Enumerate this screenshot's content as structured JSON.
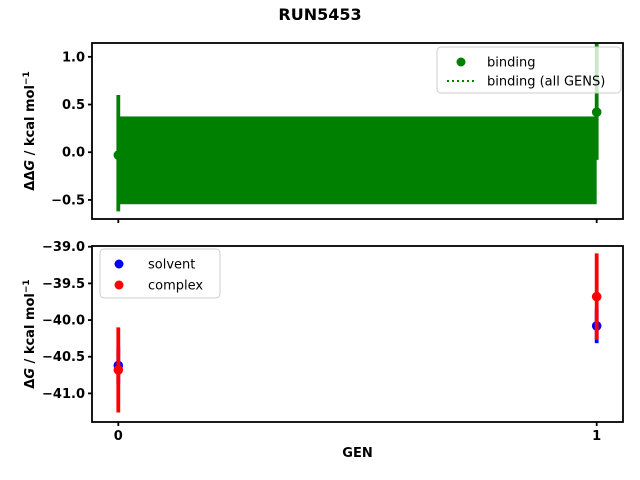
{
  "figure": {
    "title": "RUN5453",
    "background": "#ffffff",
    "xlabel": "GEN",
    "xticks": [
      {
        "value": 0,
        "label": "0"
      },
      {
        "value": 1,
        "label": "1"
      }
    ]
  },
  "colors": {
    "binding": "#008000",
    "solvent": "#0000ff",
    "complex": "#ff0000",
    "axis": "#000000",
    "legend_border": "#cccccc",
    "legend_background": "rgba(255,255,255,0.8)"
  },
  "chart_data": [
    {
      "id": "ddg",
      "type": "errorbar-scatter",
      "ylabel": "ΔΔG / kcal mol⁻¹",
      "ylabel_parts": {
        "pre": "ΔΔ",
        "italic": "G",
        "post": " / kcal mol",
        "sup": "−1"
      },
      "ylim": [
        -0.7,
        1.145
      ],
      "xlim": [
        -0.055,
        1.055
      ],
      "yticks": [
        {
          "value": 1.0,
          "label": "1.0"
        },
        {
          "value": 0.5,
          "label": "0.5"
        },
        {
          "value": 0.0,
          "label": "0.0"
        },
        {
          "value": -0.5,
          "label": "−0.5"
        }
      ],
      "band": {
        "name": "binding (all GENS)",
        "x": [
          0,
          1
        ],
        "y_low": -0.545,
        "y_high": 0.375,
        "color": "#008000"
      },
      "series": [
        {
          "name": "binding",
          "color": "#008000",
          "points": [
            {
              "x": 0,
              "y": -0.03,
              "err_up": 0.63,
              "err_down": 0.59
            },
            {
              "x": 1,
              "y": 0.42,
              "err_up": 0.725,
              "err_down": 0.5
            }
          ]
        }
      ],
      "legend": {
        "position": "upper-right",
        "entries": [
          {
            "label": "binding",
            "glyph": "dot",
            "color": "#008000"
          },
          {
            "label": "binding (all GENS)",
            "glyph": "dotted-line",
            "color": "#008000"
          }
        ]
      }
    },
    {
      "id": "dg",
      "type": "errorbar-scatter",
      "ylabel": "ΔG / kcal mol⁻¹",
      "ylabel_parts": {
        "pre": "Δ",
        "italic": "G",
        "post": " / kcal mol",
        "sup": "−1"
      },
      "ylim": [
        -41.39,
        -38.99
      ],
      "xlim": [
        -0.055,
        1.055
      ],
      "yticks": [
        {
          "value": -39.0,
          "label": "−39.0"
        },
        {
          "value": -39.5,
          "label": "−39.5"
        },
        {
          "value": -40.0,
          "label": "−40.0"
        },
        {
          "value": -40.5,
          "label": "−40.5"
        },
        {
          "value": -41.0,
          "label": "−41.0"
        }
      ],
      "series": [
        {
          "name": "solvent",
          "color": "#0000ff",
          "points": [
            {
              "x": 0,
              "y": -40.62,
              "err_up": 0.25,
              "err_down": 0.25
            },
            {
              "x": 1,
              "y": -40.08,
              "err_up": 0.235,
              "err_down": 0.235
            }
          ]
        },
        {
          "name": "complex",
          "color": "#ff0000",
          "points": [
            {
              "x": 0,
              "y": -40.68,
              "err_up": 0.58,
              "err_down": 0.58
            },
            {
              "x": 1,
              "y": -39.68,
              "err_up": 0.59,
              "err_down": 0.59
            }
          ]
        }
      ],
      "legend": {
        "position": "upper-left",
        "entries": [
          {
            "label": "solvent",
            "glyph": "dot",
            "color": "#0000ff"
          },
          {
            "label": "complex",
            "glyph": "dot",
            "color": "#ff0000"
          }
        ]
      }
    }
  ]
}
